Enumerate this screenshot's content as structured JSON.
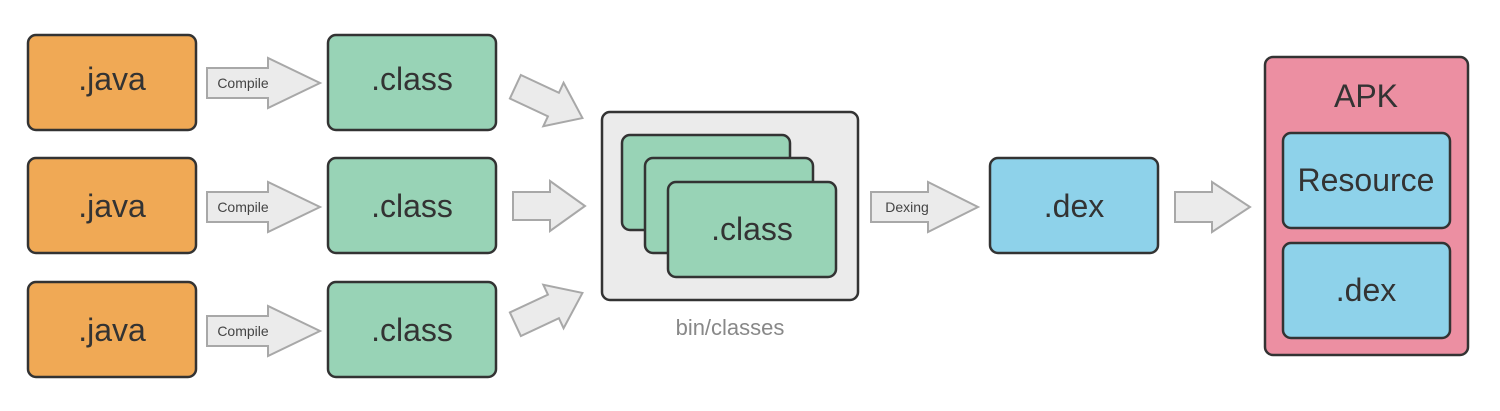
{
  "colors": {
    "java": "#f0a955",
    "class": "#98d3b6",
    "dex": "#8ed2ea",
    "apk": "#ec8fa2",
    "container": "#ebebeb",
    "arrow": "#ebebeb",
    "stroke": "#333333",
    "arrow_stroke": "#a8a8a8"
  },
  "sources": [
    {
      "java": ".java",
      "step": "Compile",
      "class": ".class"
    },
    {
      "java": ".java",
      "step": "Compile",
      "class": ".class"
    },
    {
      "java": ".java",
      "step": "Compile",
      "class": ".class"
    }
  ],
  "bin": {
    "stack_label": ".class",
    "caption": "bin/classes"
  },
  "dexing": {
    "step": "Dexing",
    "output": ".dex"
  },
  "apk": {
    "title": "APK",
    "resource": "Resource",
    "dex": ".dex"
  }
}
